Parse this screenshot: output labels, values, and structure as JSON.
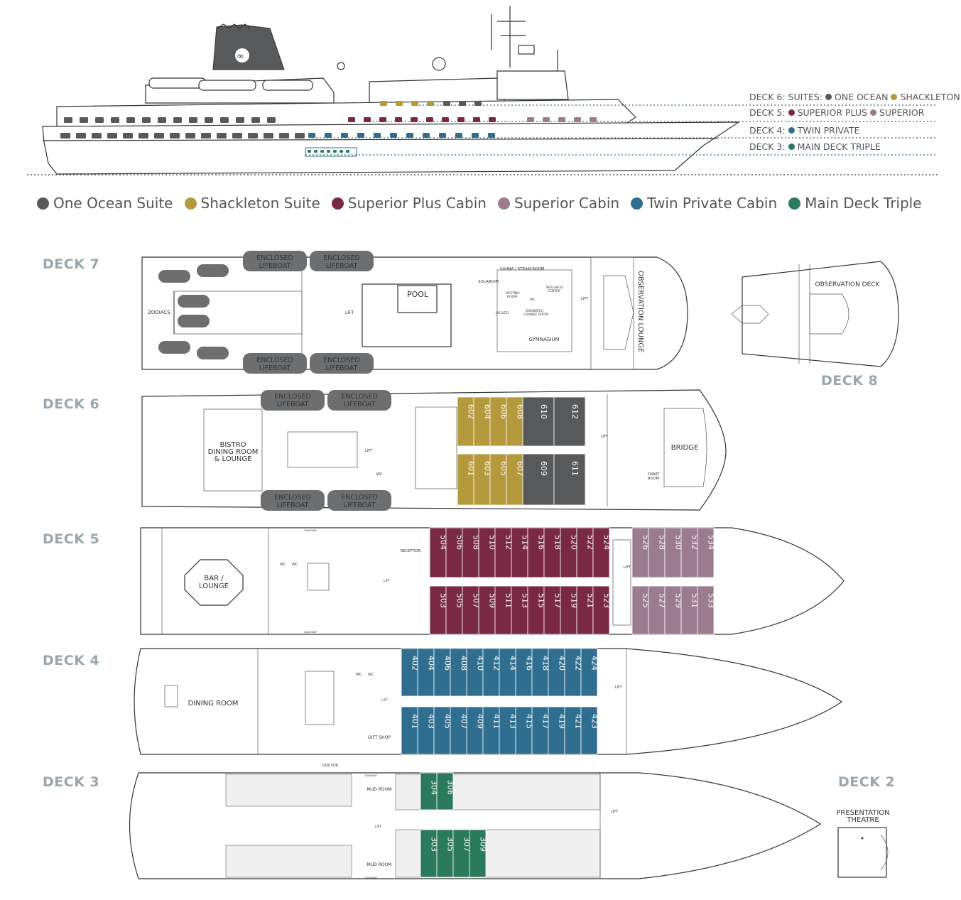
{
  "side_key": [
    {
      "prefix": "DECK 6: SUITES:",
      "items": [
        {
          "label": "ONE OCEAN",
          "color": "#58595b"
        },
        {
          "label": "SHACKLETON",
          "color": "#b49a3c"
        }
      ]
    },
    {
      "prefix": "DECK 5:",
      "items": [
        {
          "label": "SUPERIOR PLUS",
          "color": "#7a2944"
        },
        {
          "label": "SUPERIOR",
          "color": "#9b7c8f"
        }
      ]
    },
    {
      "prefix": "DECK 4:",
      "items": [
        {
          "label": "TWIN PRIVATE",
          "color": "#2f6e8f"
        }
      ]
    },
    {
      "prefix": "DECK 3:",
      "items": [
        {
          "label": "MAIN DECK TRIPLE",
          "color": "#2b7a5d"
        }
      ]
    }
  ],
  "legend": [
    {
      "label": "One Ocean Suite",
      "color": "#58595b"
    },
    {
      "label": "Shackleton Suite",
      "color": "#b49a3c"
    },
    {
      "label": "Superior Plus Cabin",
      "color": "#7a2944"
    },
    {
      "label": "Superior Cabin",
      "color": "#9b7c8f"
    },
    {
      "label": "Twin Private Cabin",
      "color": "#2f6e8f"
    },
    {
      "label": "Main Deck Triple",
      "color": "#2b7a5d"
    }
  ],
  "decks": {
    "d7": "DECK 7",
    "d8": "DECK 8",
    "d6": "DECK 6",
    "d5": "DECK 5",
    "d4": "DECK 4",
    "d3": "DECK 3",
    "d2": "DECK 2"
  },
  "rooms": {
    "enclosed_lifeboat_a": "ENCLOSED",
    "enclosed_lifeboat_b": "LIFEBOAT",
    "zodiacs": "ZODIACS",
    "pool": "POOL",
    "lift": "LIFT",
    "wc": "WC",
    "solarium": "SOLARIUM",
    "sauna": "SAUNA / STEAM ROOM",
    "resting_a": "RESTING",
    "resting_b": "ROOM",
    "wellness_a": "WELLNESS",
    "wellness_b": "CENTRE",
    "jacuzzi": "JACUZZI",
    "showers_a": "SHOWERS /",
    "showers_b": "CHANGE ROOM",
    "gymnasium": "GYMNASIUM",
    "observation_lounge": "OBSERVATION LOUNGE",
    "observation_deck": "OBSERVATION DECK",
    "bistro_a": "BISTRO",
    "bistro_b": "DINING ROOM",
    "bistro_c": "& LOUNGE",
    "bridge": "BRIDGE",
    "chart_a": "CHART",
    "chart_b": "ROOM",
    "bar_a": "BAR /",
    "bar_b": "LOUNGE",
    "reception": "RECEPTION",
    "gangway": "GANGWAY",
    "dining_room": "DINING ROOM",
    "gift_shop": "GIFT SHOP",
    "doctor": "DOCTOR",
    "mud_room": "MUD ROOM",
    "presentation_a": "PRESENTATION",
    "presentation_b": "THEATRE"
  },
  "cabins": {
    "deck6_shackleton_top": [
      "602",
      "604",
      "606",
      "608"
    ],
    "deck6_shackleton_bottom": [
      "601",
      "603",
      "605",
      "607"
    ],
    "deck6_oneocean_top": [
      "610",
      "612"
    ],
    "deck6_oneocean_bottom": [
      "609",
      "611"
    ],
    "deck5_superiorplus_top": [
      "504",
      "506",
      "508",
      "510",
      "512",
      "514",
      "516",
      "518",
      "520",
      "522",
      "524"
    ],
    "deck5_superiorplus_bottom": [
      "503",
      "505",
      "507",
      "509",
      "511",
      "513",
      "515",
      "517",
      "519",
      "521",
      "523"
    ],
    "deck5_superior_top": [
      "526",
      "528",
      "530",
      "532",
      "534"
    ],
    "deck5_superior_bottom": [
      "525",
      "527",
      "529",
      "531",
      "533"
    ],
    "deck4_twin_top": [
      "402",
      "404",
      "406",
      "408",
      "410",
      "412",
      "414",
      "416",
      "418",
      "420",
      "422",
      "424"
    ],
    "deck4_twin_bottom": [
      "401",
      "403",
      "405",
      "407",
      "409",
      "411",
      "413",
      "415",
      "417",
      "419",
      "421",
      "423"
    ],
    "deck3_triple_top": [
      "304",
      "306"
    ],
    "deck3_triple_bottom": [
      "303",
      "305",
      "307",
      "309"
    ]
  },
  "colors": {
    "one_ocean": "#58595b",
    "shackleton": "#b49a3c",
    "superior_plus": "#7a2944",
    "superior": "#9b7c8f",
    "twin_private": "#2f6e8f",
    "main_triple": "#2b7a5d",
    "line": "#333333",
    "boat": "#6d6e70",
    "deck_label": "#9aa6ae"
  }
}
